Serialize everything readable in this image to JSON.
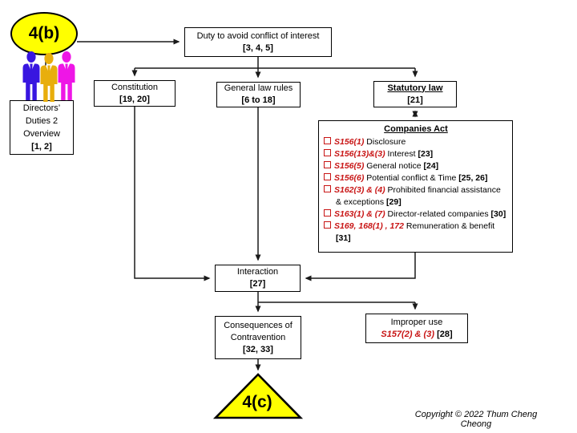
{
  "palette": {
    "node_yellow": "#FFFF00",
    "accent_red": "#C81414",
    "line_black": "#1a1a1a",
    "person_blue": "#3816E0",
    "person_gold": "#E8AE0C",
    "person_magenta": "#EE16E6"
  },
  "start_node": {
    "label": "4(b)"
  },
  "end_node": {
    "label": "4(c)"
  },
  "overview_box": {
    "lines": [
      "Directors’",
      "Duties 2",
      "Overview",
      "[1, 2]"
    ]
  },
  "duty_box": {
    "title": "Duty to avoid conflict of interest",
    "tag": "[3, 4, 5]"
  },
  "constitution_box": {
    "title": "Constitution",
    "tag": "[19, 20]"
  },
  "general_law_box": {
    "title": "General law rules",
    "tag": "[6 to 18]"
  },
  "statutory_box": {
    "title": "Statutory law",
    "tag": "[21]"
  },
  "companies_act": {
    "title": "Companies Act",
    "items": [
      {
        "ref": "S156(1)",
        "text": "Disclosure",
        "tag": ""
      },
      {
        "ref": "S156(13)&(3)",
        "text": "Interest",
        "tag": "[23]"
      },
      {
        "ref": "S156(5)",
        "text": "General notice",
        "tag": "[24]"
      },
      {
        "ref": "S156(6)",
        "text": "Potential conflict & Time",
        "tag": "[25, 26]"
      },
      {
        "ref": "S162(3) & (4)",
        "text": "Prohibited financial assistance & exceptions",
        "tag": "[29]"
      },
      {
        "ref": "S163(1) & (7)",
        "text": "Director-related companies",
        "tag": "[30]"
      },
      {
        "ref": "S169, 168(1) , 172",
        "text": "Remuneration & benefit",
        "tag": "[31]"
      }
    ]
  },
  "interaction_box": {
    "title": "Interaction",
    "tag": "[27]"
  },
  "consequences_box": {
    "line1": "Consequences of",
    "line2": "Contravention",
    "tag": "[32, 33]"
  },
  "improper_box": {
    "title": "Improper use",
    "ref": "S157(2) & (3)",
    "tag": "[28]"
  },
  "footer": {
    "copyright": "Copyright © 2022 Thum Cheng Cheong"
  }
}
